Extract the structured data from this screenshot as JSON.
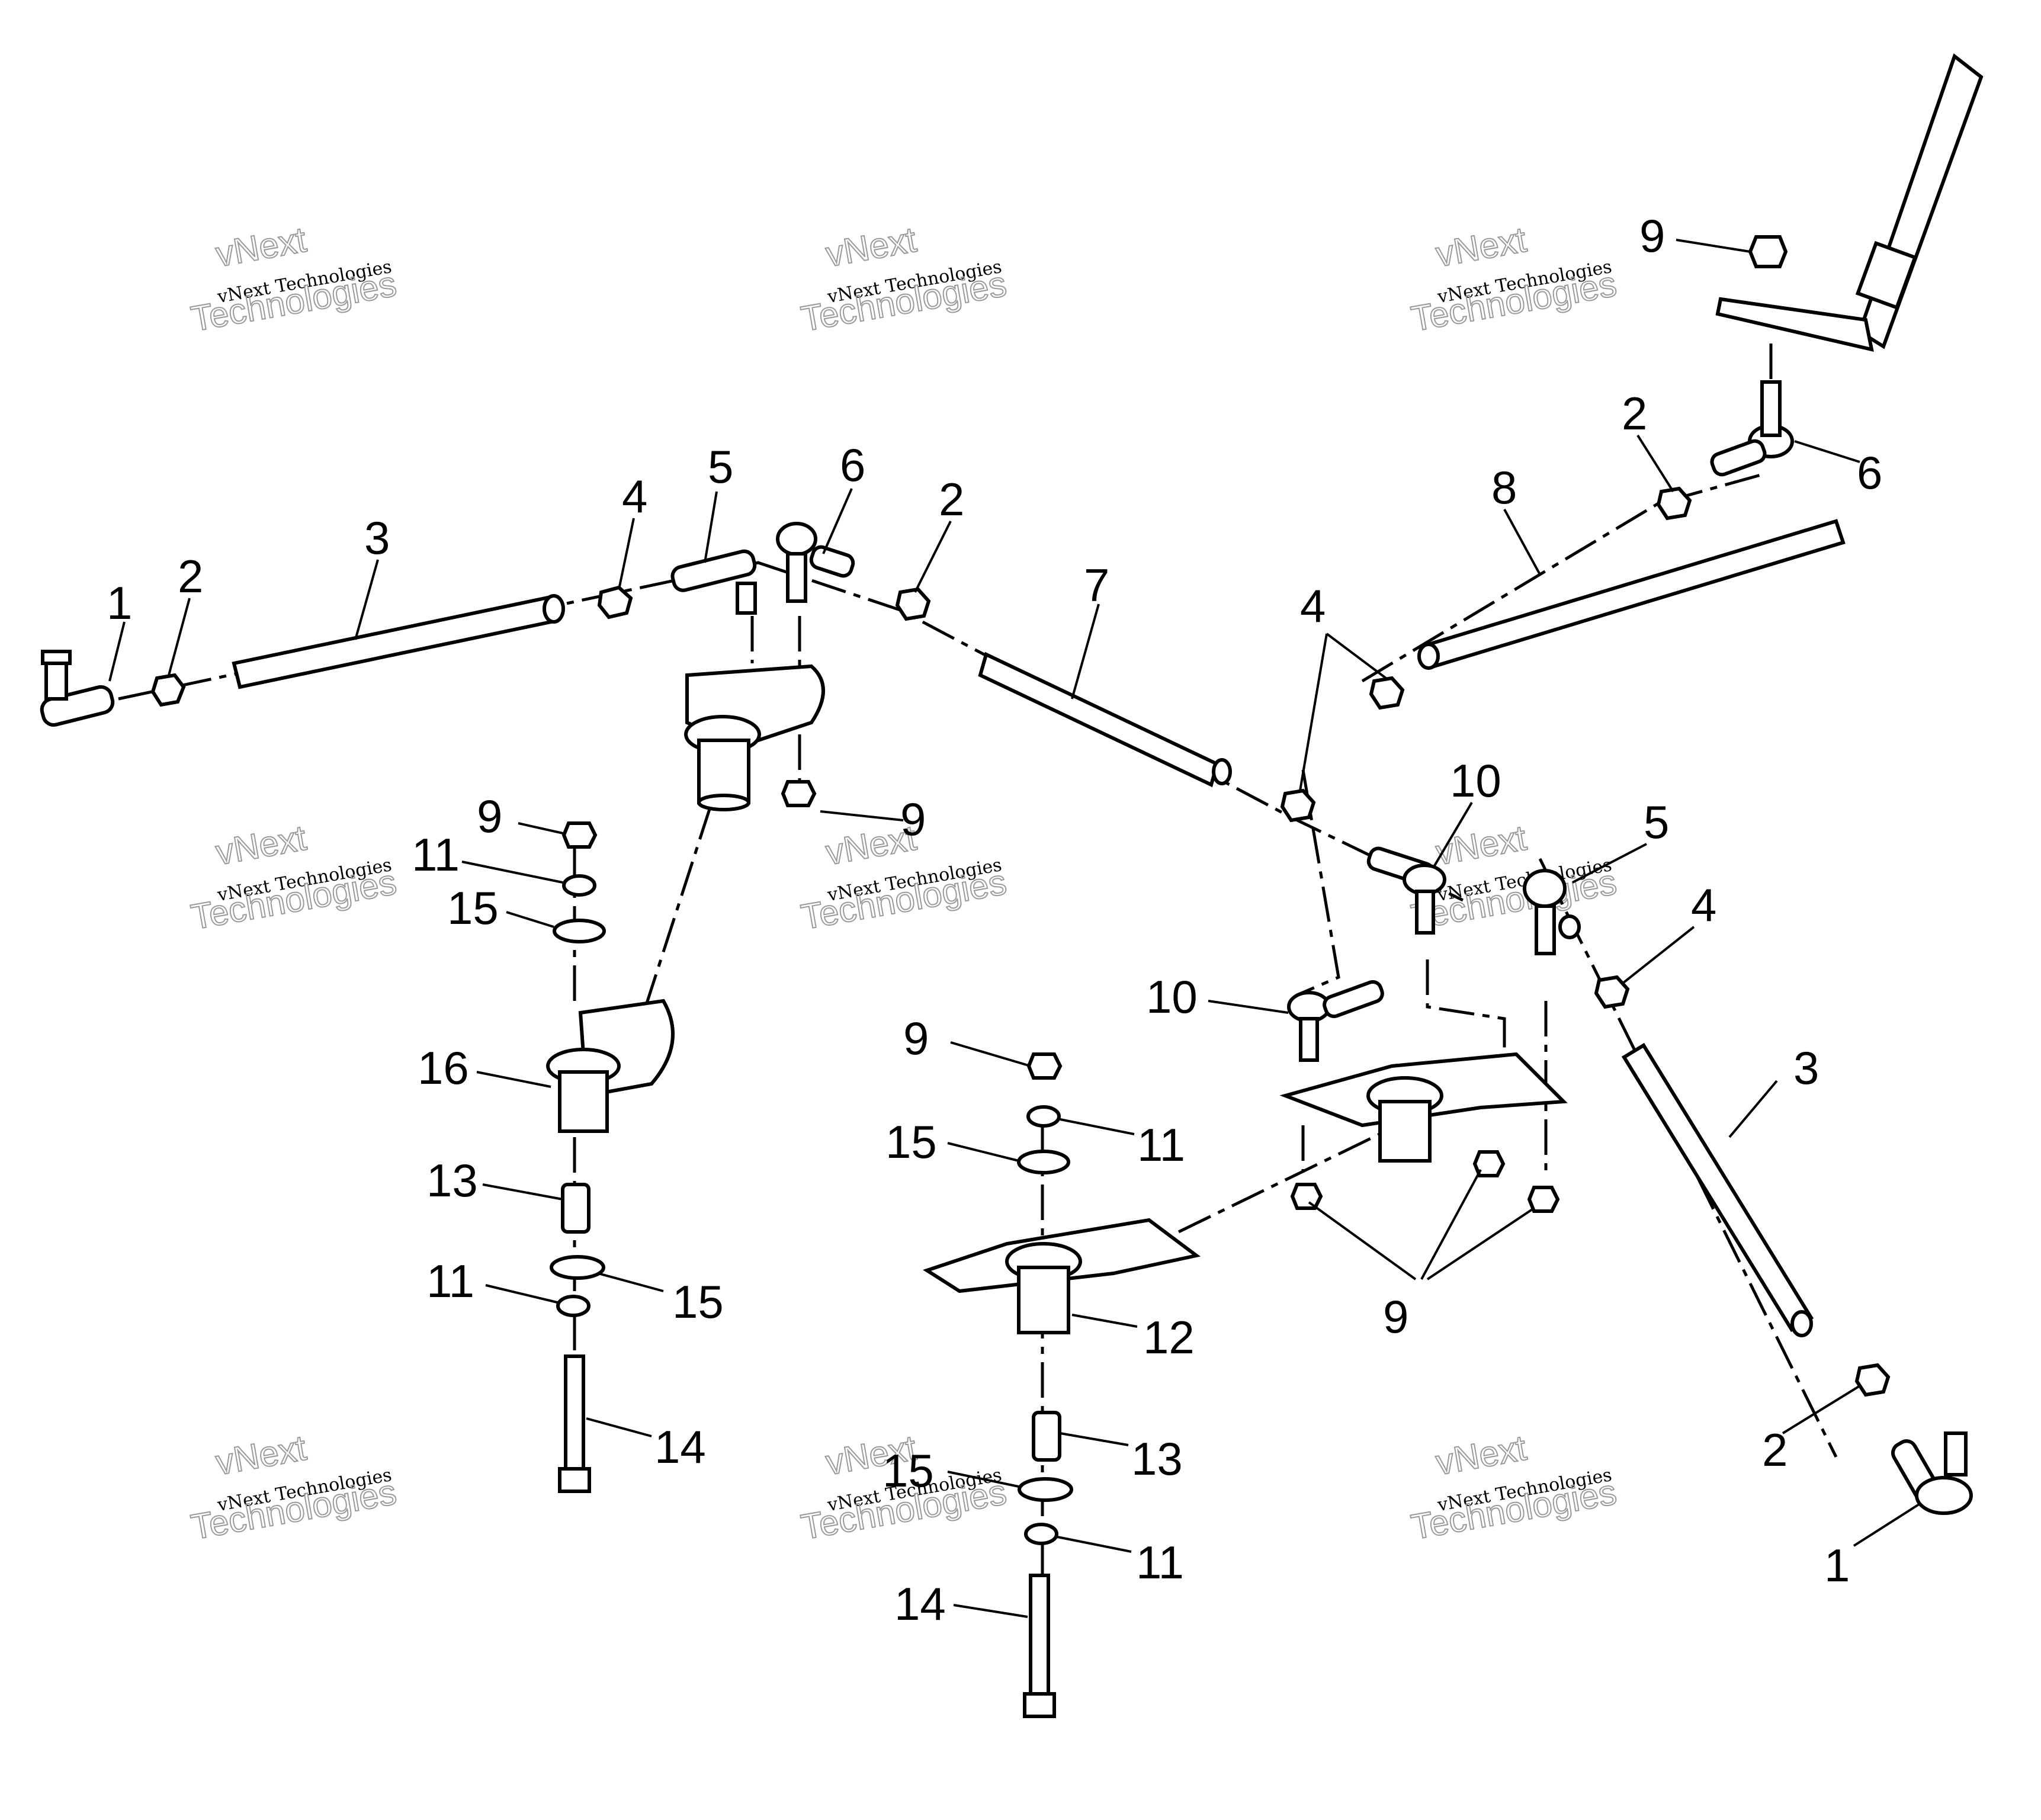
{
  "callouts": [
    {
      "id": "c1a",
      "label": "1"
    },
    {
      "id": "c2a",
      "label": "2"
    },
    {
      "id": "c3a",
      "label": "3"
    },
    {
      "id": "c4a",
      "label": "4"
    },
    {
      "id": "c5a",
      "label": "5"
    },
    {
      "id": "c6a",
      "label": "6"
    },
    {
      "id": "c2b",
      "label": "2"
    },
    {
      "id": "c7",
      "label": "7"
    },
    {
      "id": "c9a",
      "label": "9"
    },
    {
      "id": "c2c",
      "label": "2"
    },
    {
      "id": "c6b",
      "label": "6"
    },
    {
      "id": "c8",
      "label": "8"
    },
    {
      "id": "c4b",
      "label": "4"
    },
    {
      "id": "c10a",
      "label": "10"
    },
    {
      "id": "c5b",
      "label": "5"
    },
    {
      "id": "c4c",
      "label": "4"
    },
    {
      "id": "c3b",
      "label": "3"
    },
    {
      "id": "c9b",
      "label": "9"
    },
    {
      "id": "c9c",
      "label": "9"
    },
    {
      "id": "c11a",
      "label": "11"
    },
    {
      "id": "c15a",
      "label": "15"
    },
    {
      "id": "c16",
      "label": "16"
    },
    {
      "id": "c13a",
      "label": "13"
    },
    {
      "id": "c11b",
      "label": "11"
    },
    {
      "id": "c15b",
      "label": "15"
    },
    {
      "id": "c14a",
      "label": "14"
    },
    {
      "id": "c10b",
      "label": "10"
    },
    {
      "id": "c9d",
      "label": "9"
    },
    {
      "id": "c11c",
      "label": "11"
    },
    {
      "id": "c15c",
      "label": "15"
    },
    {
      "id": "c12",
      "label": "12"
    },
    {
      "id": "c13b",
      "label": "13"
    },
    {
      "id": "c15d",
      "label": "15"
    },
    {
      "id": "c11d",
      "label": "11"
    },
    {
      "id": "c14b",
      "label": "14"
    },
    {
      "id": "c9e",
      "label": "9"
    },
    {
      "id": "c2d",
      "label": "2"
    },
    {
      "id": "c1b",
      "label": "1"
    }
  ],
  "watermark": {
    "line1": "vNext",
    "line2": "vNext Technologies",
    "line3": "Technologies"
  }
}
